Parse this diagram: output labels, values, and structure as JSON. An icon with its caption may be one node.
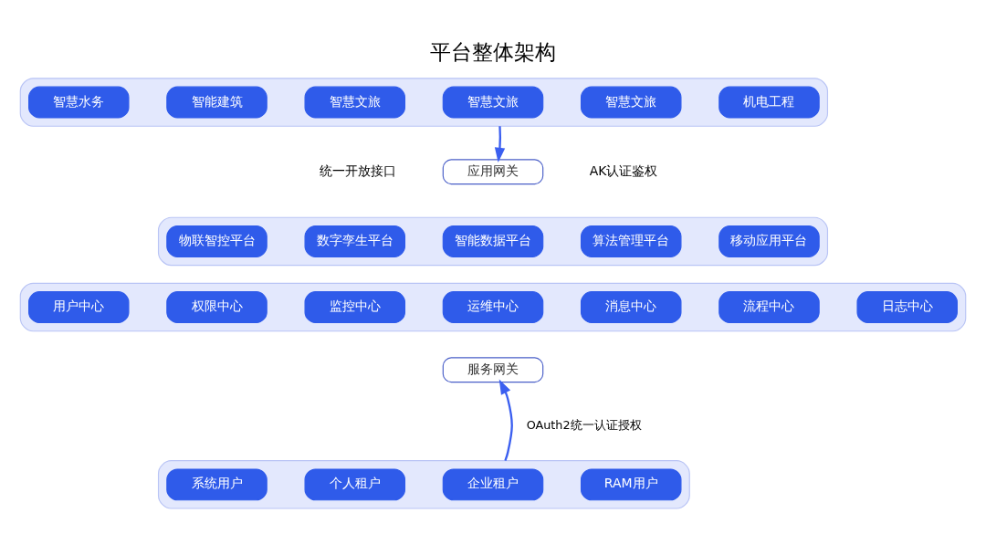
{
  "diagram": {
    "title": "平台整体架构",
    "nodes": [
      {
        "text": [],
        "shape": "ellipse"
      },
      {
        "text": [
          "智慧水务"
        ],
        "in": 0
      },
      {
        "text": [
          "智能建筑"
        ],
        "in": 0
      },
      {
        "text": [
          "智慧文旅"
        ],
        "in": 0
      },
      {
        "text": [
          "智慧文旅"
        ],
        "in": 0
      },
      {
        "text": [
          "智慧文旅"
        ],
        "in": 0
      },
      {
        "text": [
          "机电工程"
        ],
        "in": 0
      },
      {
        "text": [
          "应用网关"
        ]
      },
      {
        "text": [],
        "shape": "ellipse"
      },
      {
        "text": [
          "物联智控平台"
        ],
        "in": 8
      },
      {
        "text": [
          "数字孪生平台"
        ],
        "in": 8
      },
      {
        "text": [
          "智能数据平台"
        ],
        "in": 8
      },
      {
        "text": [
          "算法管理平台"
        ],
        "in": 8
      },
      {
        "text": [
          "移动应用平台"
        ],
        "in": 8
      },
      {
        "text": [],
        "shape": "ellipse"
      },
      {
        "text": [
          "用户中心"
        ],
        "in": 14
      },
      {
        "text": [
          "权限中心"
        ],
        "in": 14
      },
      {
        "text": [
          "监控中心"
        ],
        "in": 14
      },
      {
        "text": [
          "运维中心"
        ],
        "in": 14
      },
      {
        "text": [
          "消息中心"
        ],
        "in": 14
      },
      {
        "text": [
          "流程中心"
        ],
        "in": 14
      },
      {
        "text": [
          "日志中心"
        ],
        "in": 14
      },
      {
        "text": [
          "服务网关"
        ]
      },
      {
        "text": [],
        "shape": "ellipse"
      },
      {
        "text": [
          "系统用户"
        ],
        "in": 23
      },
      {
        "text": [
          "个人租户"
        ],
        "in": 23
      },
      {
        "text": [
          "企业租户"
        ],
        "in": 23
      },
      {
        "text": [
          "RAM用户"
        ],
        "in": 23
      }
    ],
    "edges": [
      {
        "from": 0,
        "to": 7,
        "arrow": "to"
      },
      {
        "from": 23,
        "to": 22,
        "arrow": "to",
        "label": "OAuth2统一认证授权"
      }
    ],
    "labels": [
      "统一开放接口",
      "AK认证鉴权"
    ]
  }
}
